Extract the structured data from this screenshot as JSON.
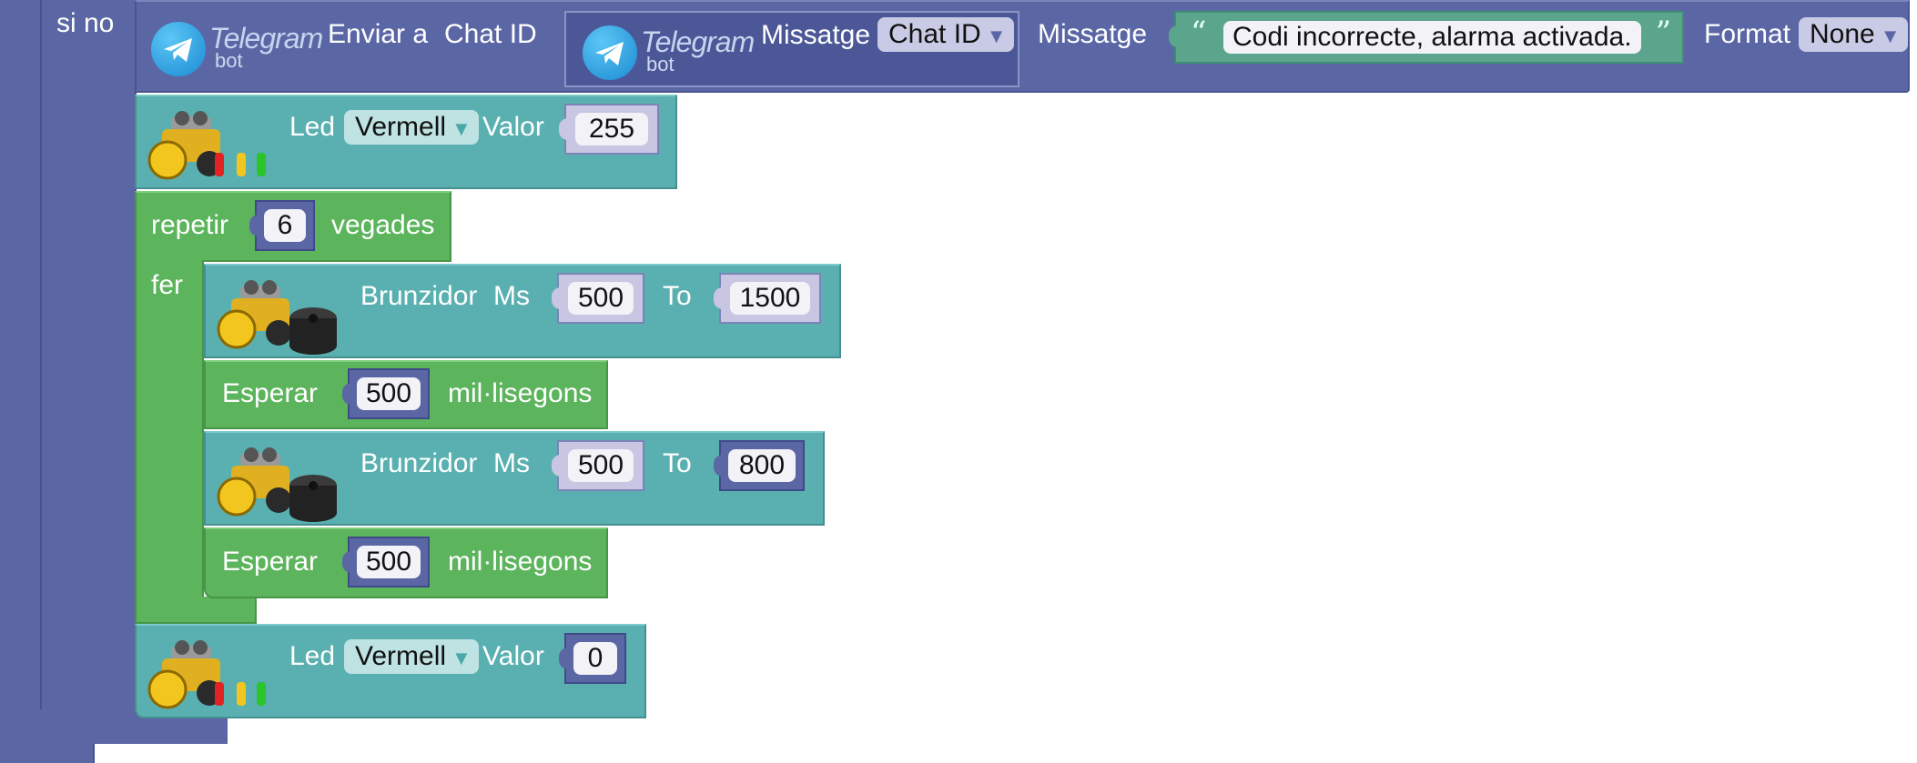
{
  "else_block": {
    "label": "si no"
  },
  "telegram": {
    "logo_word": "Telegram",
    "logo_sub": "bot",
    "send_label": "Enviar a",
    "chat_id_label": "Chat ID",
    "message_label": "Missatge",
    "chat_id_dropdown": "Chat ID",
    "message_label_2": "Missatge",
    "message_text": "Codi incorrecte, alarma activada.",
    "format_label": "Format",
    "format_value": "None"
  },
  "led_on": {
    "label": "Led",
    "color": "Vermell",
    "value_label": "Valor",
    "value": "255"
  },
  "repeat": {
    "label": "repetir",
    "times": "6",
    "times_suffix": "vegades",
    "do_label": "fer"
  },
  "buzzer_1": {
    "label": "Brunzidor",
    "ms_label": "Ms",
    "ms": "500",
    "to_label": "To",
    "tone": "1500"
  },
  "wait_1": {
    "label": "Esperar",
    "value": "500",
    "unit": "mil·lisegons"
  },
  "buzzer_2": {
    "label": "Brunzidor",
    "ms_label": "Ms",
    "ms": "500",
    "to_label": "To",
    "tone": "800"
  },
  "wait_2": {
    "label": "Esperar",
    "value": "500",
    "unit": "mil·lisegons"
  },
  "led_off": {
    "label": "Led",
    "color": "Vermell",
    "value_label": "Valor",
    "value": "0"
  },
  "colors": {
    "control_blue": "#5b67a5",
    "robot_teal": "#5ab0b0",
    "loop_green": "#5cb45c",
    "string_green": "#5ba58c"
  },
  "icons": [
    "telegram-logo-icon",
    "robot-led-icon",
    "robot-buzzer-icon",
    "dropdown-arrow-icon",
    "quote-open-icon",
    "quote-close-icon"
  ]
}
